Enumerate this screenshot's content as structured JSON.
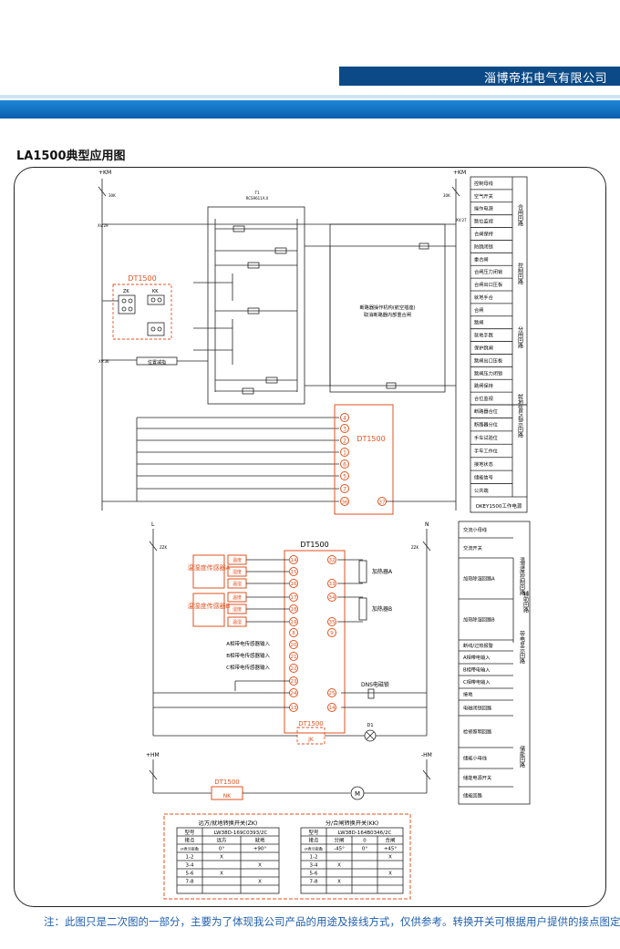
{
  "header": {
    "company": "淄博帝拓电气有限公司"
  },
  "title": "LA1500典型应用图",
  "control_panel": {
    "power": {
      "left": "+KM",
      "right": "+KM"
    },
    "main_device": "DT1500",
    "switches": [
      "ZK",
      "KK"
    ],
    "local_label": "位置减指",
    "operator_box": [
      "断路器操作机构(航空插座)",
      "取消断路器内部重合闸"
    ],
    "relay": "RCS9611A.X",
    "dt_label": "DT1500",
    "terminals": [
      "4",
      "3",
      "2",
      "1",
      "6",
      "5",
      "7",
      "36",
      "37"
    ]
  },
  "right_table_1": {
    "rows": [
      "控制母线",
      "空气开关",
      "操作电源",
      "跳位监视",
      "合闸保持",
      "防跳闭锁",
      "重合闸",
      "合闸压力闭锁",
      "合闸出口压板",
      "就地手合",
      "合闸",
      "跳闸",
      "就地手跳",
      "保护跳闸",
      "跳闸出口压板",
      "跳闸压力闭锁",
      "跳闸保持",
      "合位监视"
    ],
    "group_labels": [
      "合闸回路",
      "控制回路",
      "分闸回路"
    ]
  },
  "right_table_2": {
    "rows": [
      "断路器合位",
      "断路器分位",
      "手车试验位",
      "手车工作位",
      "接地状态",
      "储能信号",
      "公共端"
    ],
    "group_label": "就地信号指示回路",
    "footer": "OKEY1500工作电源"
  },
  "heating_section": {
    "device": "DT1500",
    "power": {
      "left": "L",
      "right": "N"
    },
    "sensors": [
      "温湿度传感器A",
      "温湿度传感器B"
    ],
    "sensor_parts": [
      "温度",
      "湿度",
      "温湿"
    ],
    "heaters": [
      "加热器A",
      "加热器B"
    ],
    "phase_inputs": [
      "A相带电传感器输入",
      "B相带电传感器输入",
      "C相带电传感器输入"
    ],
    "lock": "DNS电磁锁",
    "left_terminals": [
      "14",
      "15",
      "16",
      "17",
      "18",
      "19",
      "8",
      "20",
      "21",
      "22",
      "23",
      "24",
      "13"
    ],
    "right_terminals": [
      "32",
      "33",
      "34",
      "35",
      "9",
      "25",
      "14"
    ],
    "bottom_device": "DT1500",
    "jk": "JK",
    "lamp": "D1"
  },
  "right_table_3": {
    "rows": [
      "交流小母线",
      "交流开关",
      "加热除湿回路A",
      "加热除湿回路B",
      "断线/过热报警",
      "A相带电输入",
      "B相带电输入",
      "C相带电输入",
      "接地",
      "电磁闭锁回路",
      "检修照明回路",
      "储能小母线",
      "储能电源开关",
      "储能回路"
    ],
    "group_labels": [
      "温湿度控制回路",
      "带电显示回路",
      "辅助回路",
      "储能回路"
    ]
  },
  "storage_section": {
    "power": {
      "left": "+HM",
      "right": "-HM"
    },
    "device": "DT1500",
    "nk": "NK",
    "motor": "M"
  },
  "switch_tables": [
    {
      "title": "远方/就地转换开关(ZK)",
      "model_label": "型号",
      "model": "LW38D-169C0393/2C",
      "header": [
        "接点",
        "远方",
        "就地"
      ],
      "angles": [
        "(X表示接通)",
        "0°",
        "+90°"
      ],
      "rows": [
        [
          "1-2",
          "X",
          ""
        ],
        [
          "3-4",
          "",
          "X"
        ],
        [
          "5-6",
          "X",
          ""
        ],
        [
          "7-8",
          "",
          "X"
        ]
      ]
    },
    {
      "title": "分/合闸转换开关(KK)",
      "model_label": "型号",
      "model": "LW38D-164B0346/2C",
      "header": [
        "接点",
        "分闸",
        "0",
        "合闸"
      ],
      "angles": [
        "(X表示接通)",
        "-45°",
        "0°",
        "+45°"
      ],
      "rows": [
        [
          "1-2",
          "",
          "",
          "X"
        ],
        [
          "3-4",
          "X",
          "",
          ""
        ],
        [
          "5-6",
          "",
          "",
          "X"
        ],
        [
          "7-8",
          "X",
          "",
          ""
        ]
      ]
    }
  ],
  "footer_note": "注：此图只是二次图的一部分，主要为了体现我公司产品的用途及接线方式，仅供参考。转换开关可根据用户提供的接点图定制。"
}
